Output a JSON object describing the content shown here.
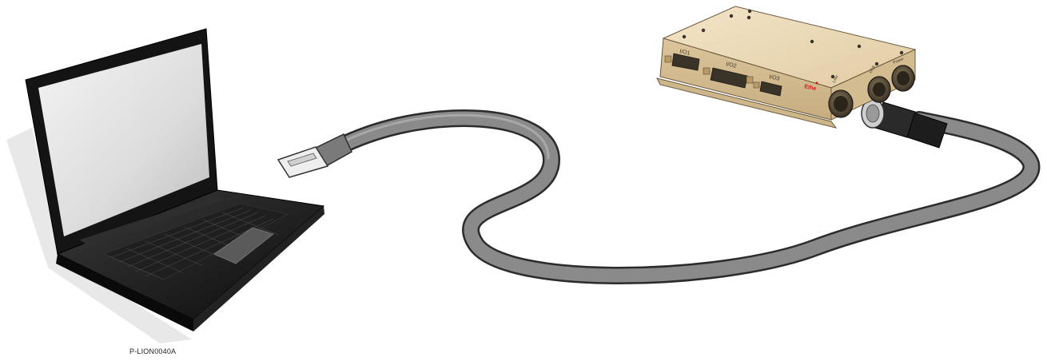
{
  "figure": {
    "reference_code": "P-LION0040A"
  },
  "device": {
    "ports": {
      "io1": "I/O1",
      "io2": "I/O2",
      "io3": "I/O3",
      "lan": "LAN",
      "usb": "USB",
      "power": "Power"
    },
    "brand_mark": "Ethe"
  },
  "colors": {
    "cable": "#8a8a8a",
    "cable_outline": "#2b2b2b",
    "device_body": "#e9d7b6",
    "laptop_body": "#1a1a1a",
    "brand_red": "#d21c1c"
  },
  "icons": {
    "laptop": "laptop-icon",
    "cable": "ethernet-cable-icon",
    "rj45": "rj45-plug-icon",
    "device": "lion-device-icon"
  }
}
